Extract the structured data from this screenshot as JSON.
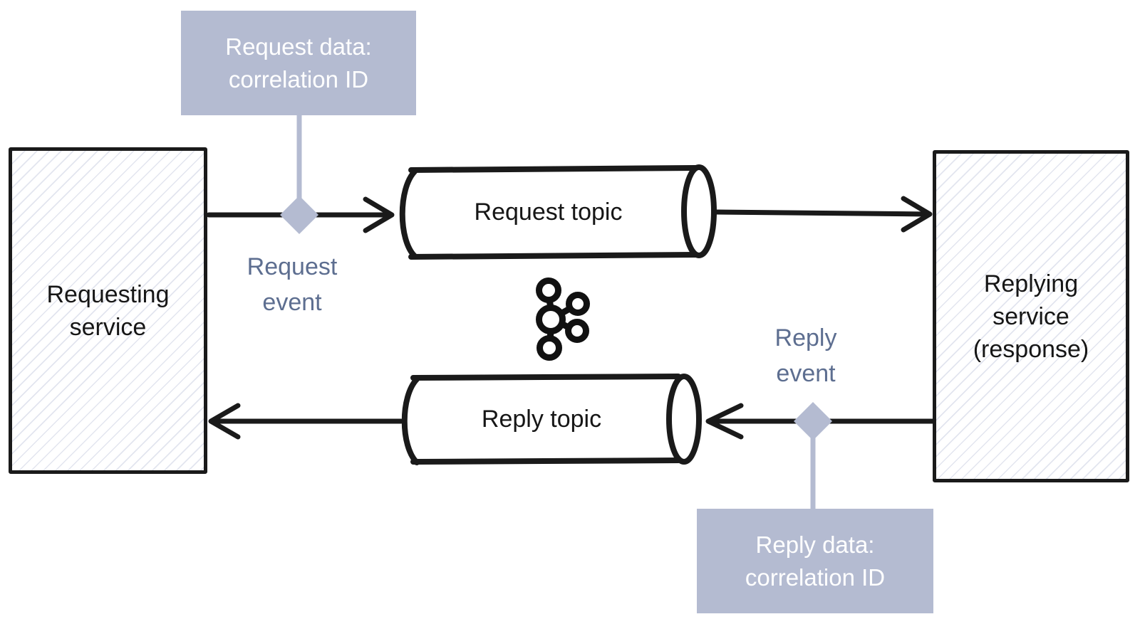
{
  "diagram": {
    "kind": "request-reply-pattern",
    "background": "#ffffff"
  },
  "colors": {
    "annotation_fill": "#b4bbd1",
    "annotation_text": "#ffffff",
    "event_label_text": "#5d6e90",
    "stroke": "#1a1a1a",
    "hatch": "#cbd0e2"
  },
  "nodes": {
    "requesting_service": {
      "lines": [
        "Requesting",
        "service"
      ]
    },
    "replying_service": {
      "lines": [
        "Replying",
        "service",
        "(response)"
      ]
    },
    "request_topic": {
      "label": "Request topic"
    },
    "reply_topic": {
      "label": "Reply topic"
    }
  },
  "annotations": {
    "request_data": {
      "lines": [
        "Request data:",
        "correlation ID"
      ]
    },
    "reply_data": {
      "lines": [
        "Reply data:",
        "correlation ID"
      ]
    },
    "request_event": {
      "lines": [
        "Request",
        "event"
      ]
    },
    "reply_event": {
      "lines": [
        "Reply",
        "event"
      ]
    }
  },
  "icons": {
    "kafka": "kafka-logo"
  }
}
